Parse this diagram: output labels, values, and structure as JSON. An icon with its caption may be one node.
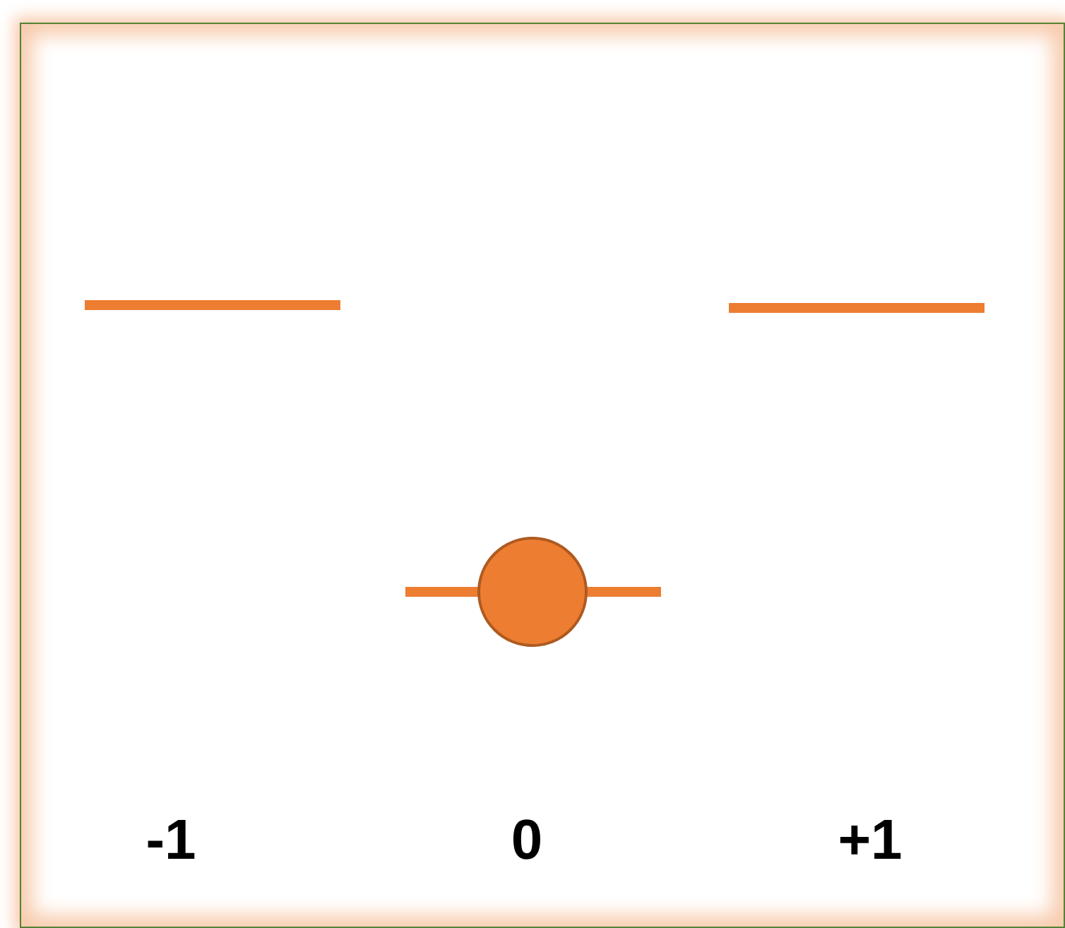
{
  "diagram": {
    "labels": [
      "-1",
      "0",
      "+1"
    ]
  }
}
